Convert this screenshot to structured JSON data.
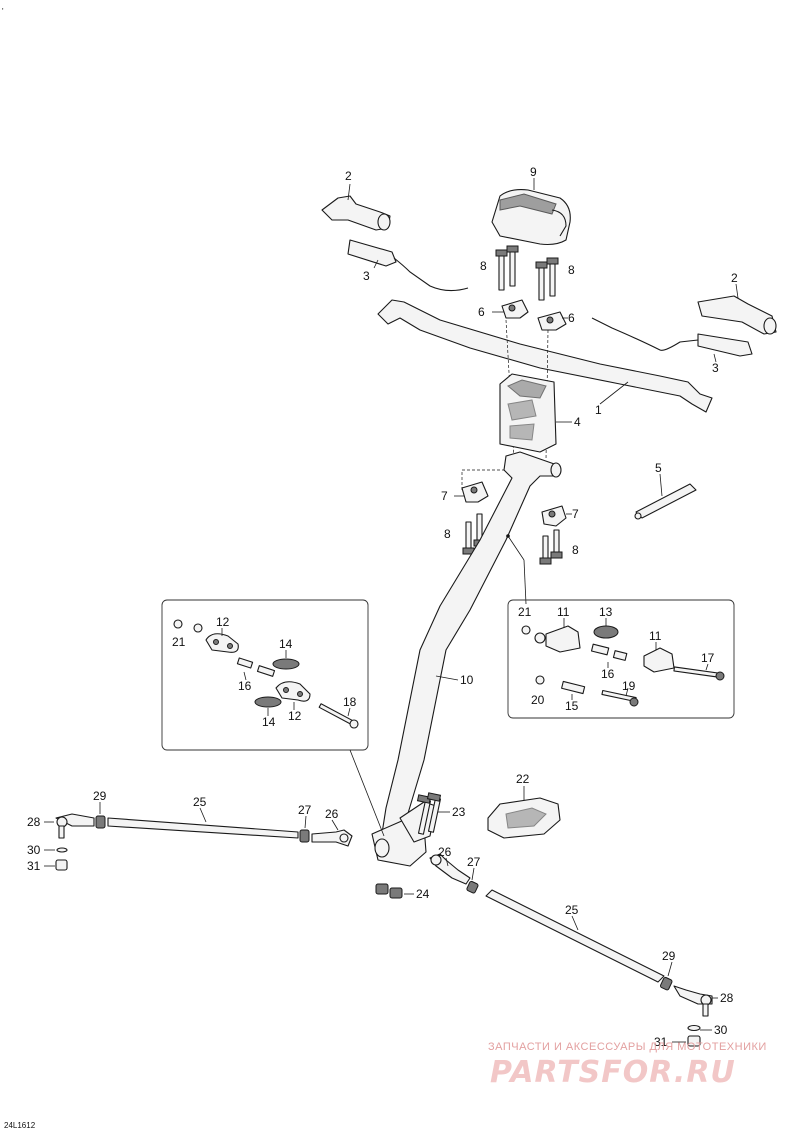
{
  "diagram_ref": "24L1612",
  "corner_mark": "'",
  "callouts": {
    "c1": "1",
    "c2a": "2",
    "c2b": "2",
    "c3a": "3",
    "c3b": "3",
    "c4": "4",
    "c5": "5",
    "c6a": "6",
    "c6b": "6",
    "c7a": "7",
    "c7b": "7",
    "c8a": "8",
    "c8b": "8",
    "c8c": "8",
    "c8d": "8",
    "c9": "9",
    "c10": "10",
    "c11a": "11",
    "c11b": "11",
    "c12a": "12",
    "c12b": "12",
    "c13": "13",
    "c14a": "14",
    "c14b": "14",
    "c15": "15",
    "c16a": "16",
    "c16b": "16",
    "c17": "17",
    "c18": "18",
    "c19": "19",
    "c20": "20",
    "c21a": "21",
    "c21b": "21",
    "c22": "22",
    "c23": "23",
    "c24": "24",
    "c25a": "25",
    "c25b": "25",
    "c26a": "26",
    "c26b": "26",
    "c27a": "27",
    "c27b": "27",
    "c28a": "28",
    "c28b": "28",
    "c29a": "29",
    "c29b": "29",
    "c30a": "30",
    "c30b": "30",
    "c31a": "31",
    "c31b": "31"
  },
  "watermark": {
    "tagline": "ЗАПЧАСТИ И АКСЕССУАРЫ ДЛЯ МОТОТЕХНИКИ",
    "brand": "PARTSFOR.RU"
  }
}
